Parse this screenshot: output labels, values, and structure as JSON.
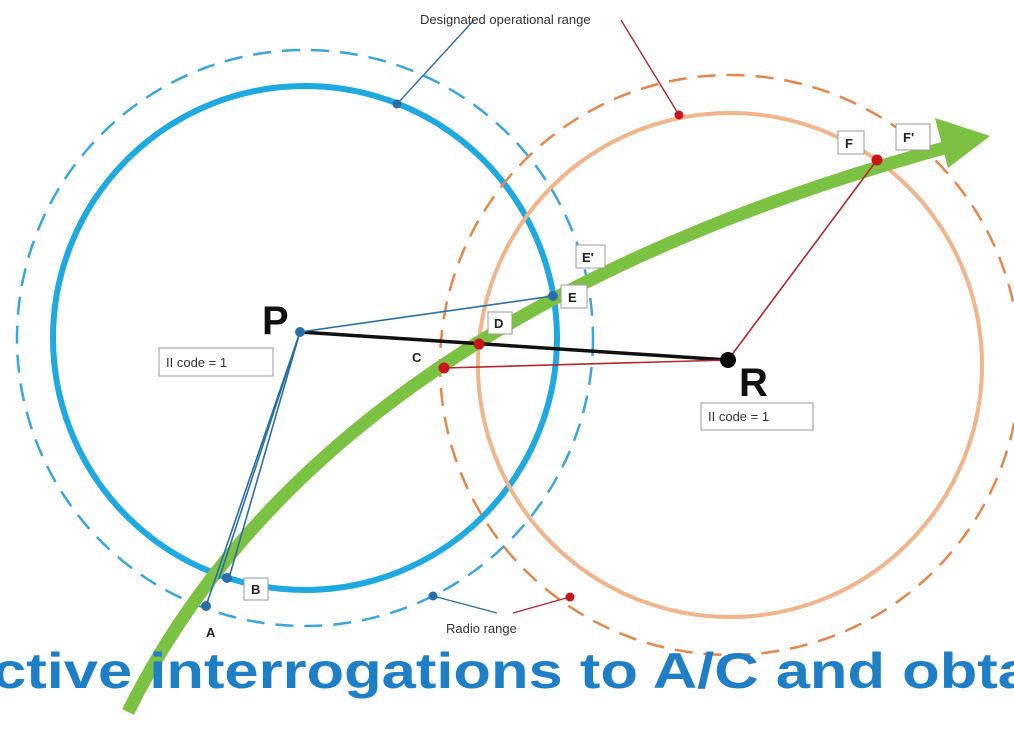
{
  "diagram": {
    "annotations": {
      "designated_operational_range": "Designated operational range",
      "radio_range": "Radio range"
    },
    "stations": {
      "p": {
        "name": "P",
        "ii_code": "II code = 1"
      },
      "r": {
        "name": "R",
        "ii_code": "II code = 1"
      }
    },
    "points": {
      "a": "A",
      "b": "B",
      "c": "C",
      "d": "D",
      "e": "E",
      "e_prime": "E'",
      "f": "F",
      "f_prime": "F'"
    },
    "banner_text": "ctive interrogations to A/C and obta"
  },
  "colors": {
    "p_range": "#1ea9e1",
    "p_radio": "#3aa6dd",
    "r_range": "#f2b48a",
    "r_radio": "#e8864a",
    "track": "#7cc242",
    "banner": "#1f7fc6",
    "blue_leader": "#2a6ea8",
    "red_leader": "#b3262a"
  }
}
